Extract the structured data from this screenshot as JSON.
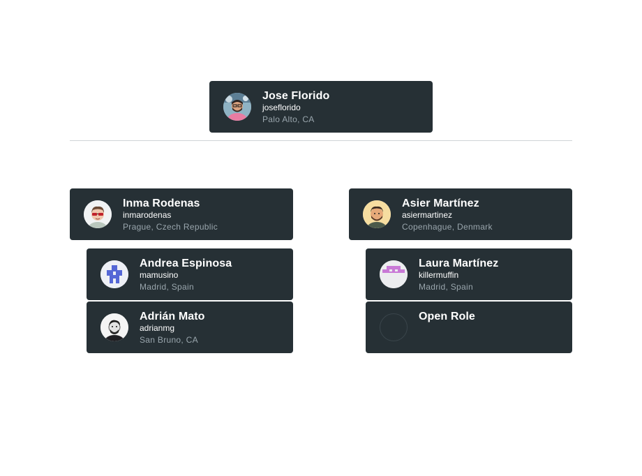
{
  "colors": {
    "card_bg": "#263035",
    "divider": "#cfd3d6",
    "location_text": "#9aa6ad"
  },
  "root": {
    "name": "Jose Florido",
    "handle": "joseflorido",
    "location": "Palo Alto, CA",
    "avatar_icon": "avatar-jose-icon"
  },
  "left": {
    "lead": {
      "name": "Inma Rodenas",
      "handle": "inmarodenas",
      "location": "Prague, Czech Republic",
      "avatar_icon": "avatar-inma-icon"
    },
    "reports": [
      {
        "name": "Andrea Espinosa",
        "handle": "mamusino",
        "location": "Madrid, Spain",
        "avatar_icon": "avatar-andrea-icon"
      },
      {
        "name": "Adrián Mato",
        "handle": "adrianmg",
        "location": "San Bruno, CA",
        "avatar_icon": "avatar-adrian-icon"
      }
    ]
  },
  "right": {
    "lead": {
      "name": "Asier Martínez",
      "handle": "asiermartinez",
      "location": "Copenhague, Denmark",
      "avatar_icon": "avatar-asier-icon"
    },
    "reports": [
      {
        "name": "Laura Martínez",
        "handle": "killermuffin",
        "location": "Madrid, Spain",
        "avatar_icon": "avatar-laura-icon"
      },
      {
        "name": "Open Role",
        "handle": "",
        "location": "",
        "avatar_icon": "empty-avatar-icon"
      }
    ]
  }
}
